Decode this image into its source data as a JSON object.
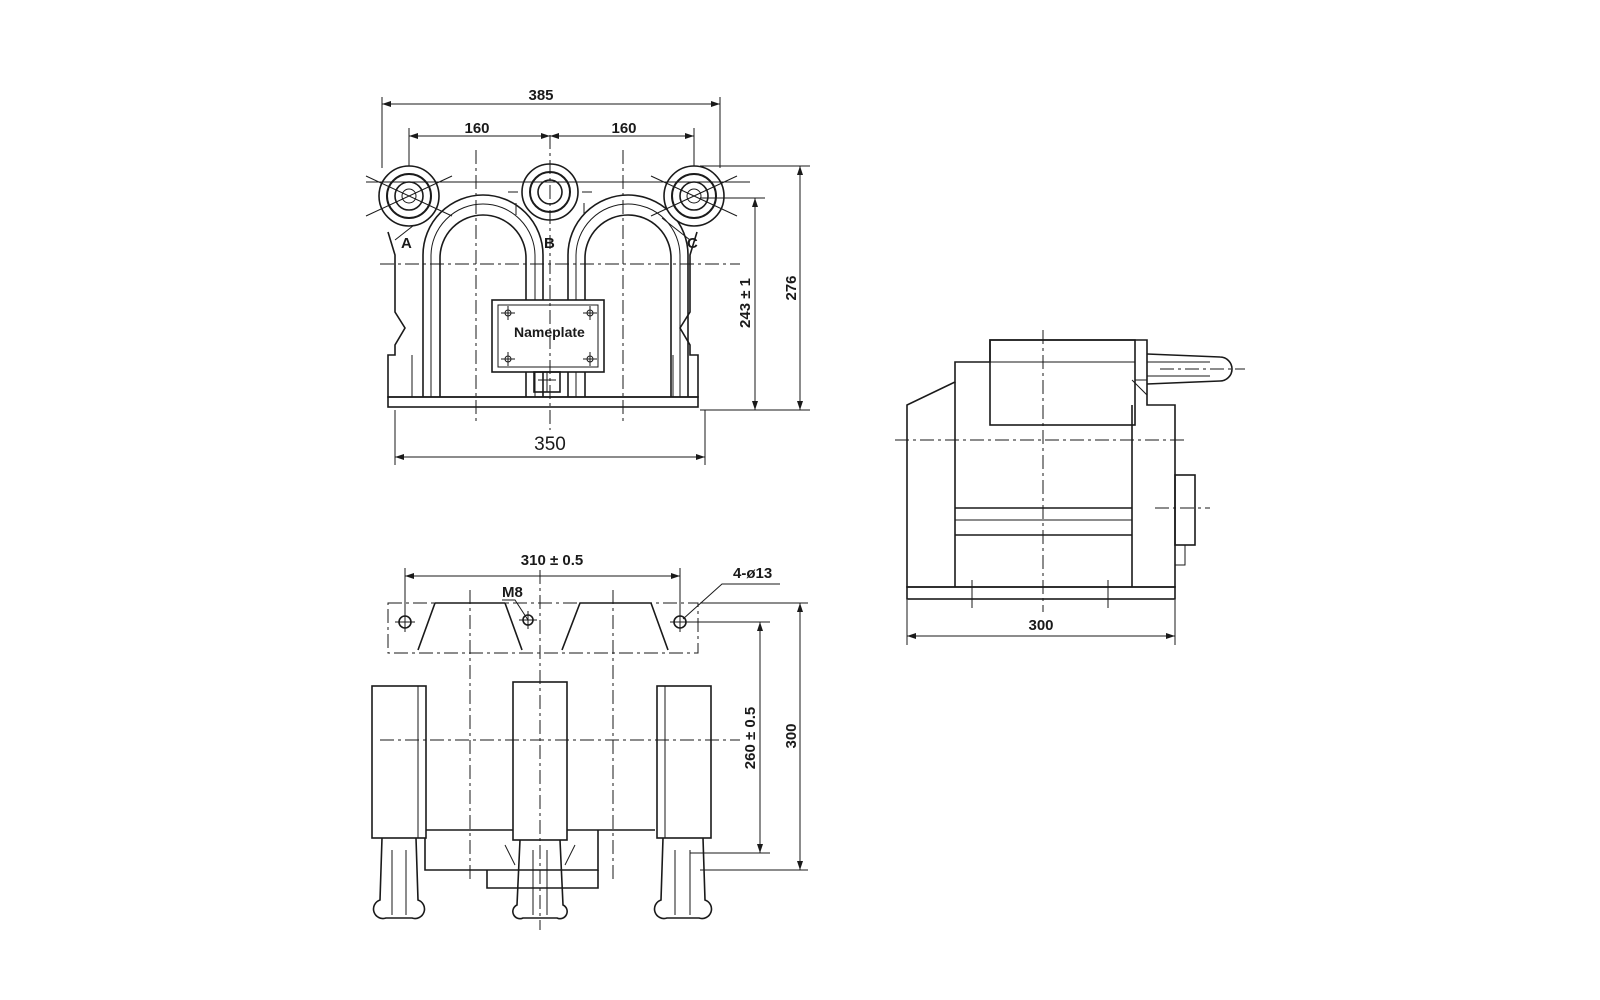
{
  "front_view": {
    "dim_overall_width": "385",
    "dim_pitch_left": "160",
    "dim_pitch_right": "160",
    "dim_height_overall": "276",
    "dim_height_terminal": "243 ± 1",
    "dim_base_width": "350",
    "terminal_a": "A",
    "terminal_b": "B",
    "terminal_c": "C",
    "nameplate": "Nameplate"
  },
  "top_view": {
    "dim_hole_spacing_x": "310 ± 0.5",
    "dim_hole_spacing_y": "260 ± 0.5",
    "dim_depth": "300",
    "holes": "4-ø13",
    "ground_bolt": "M8"
  },
  "side_view": {
    "dim_base_length": "300"
  }
}
